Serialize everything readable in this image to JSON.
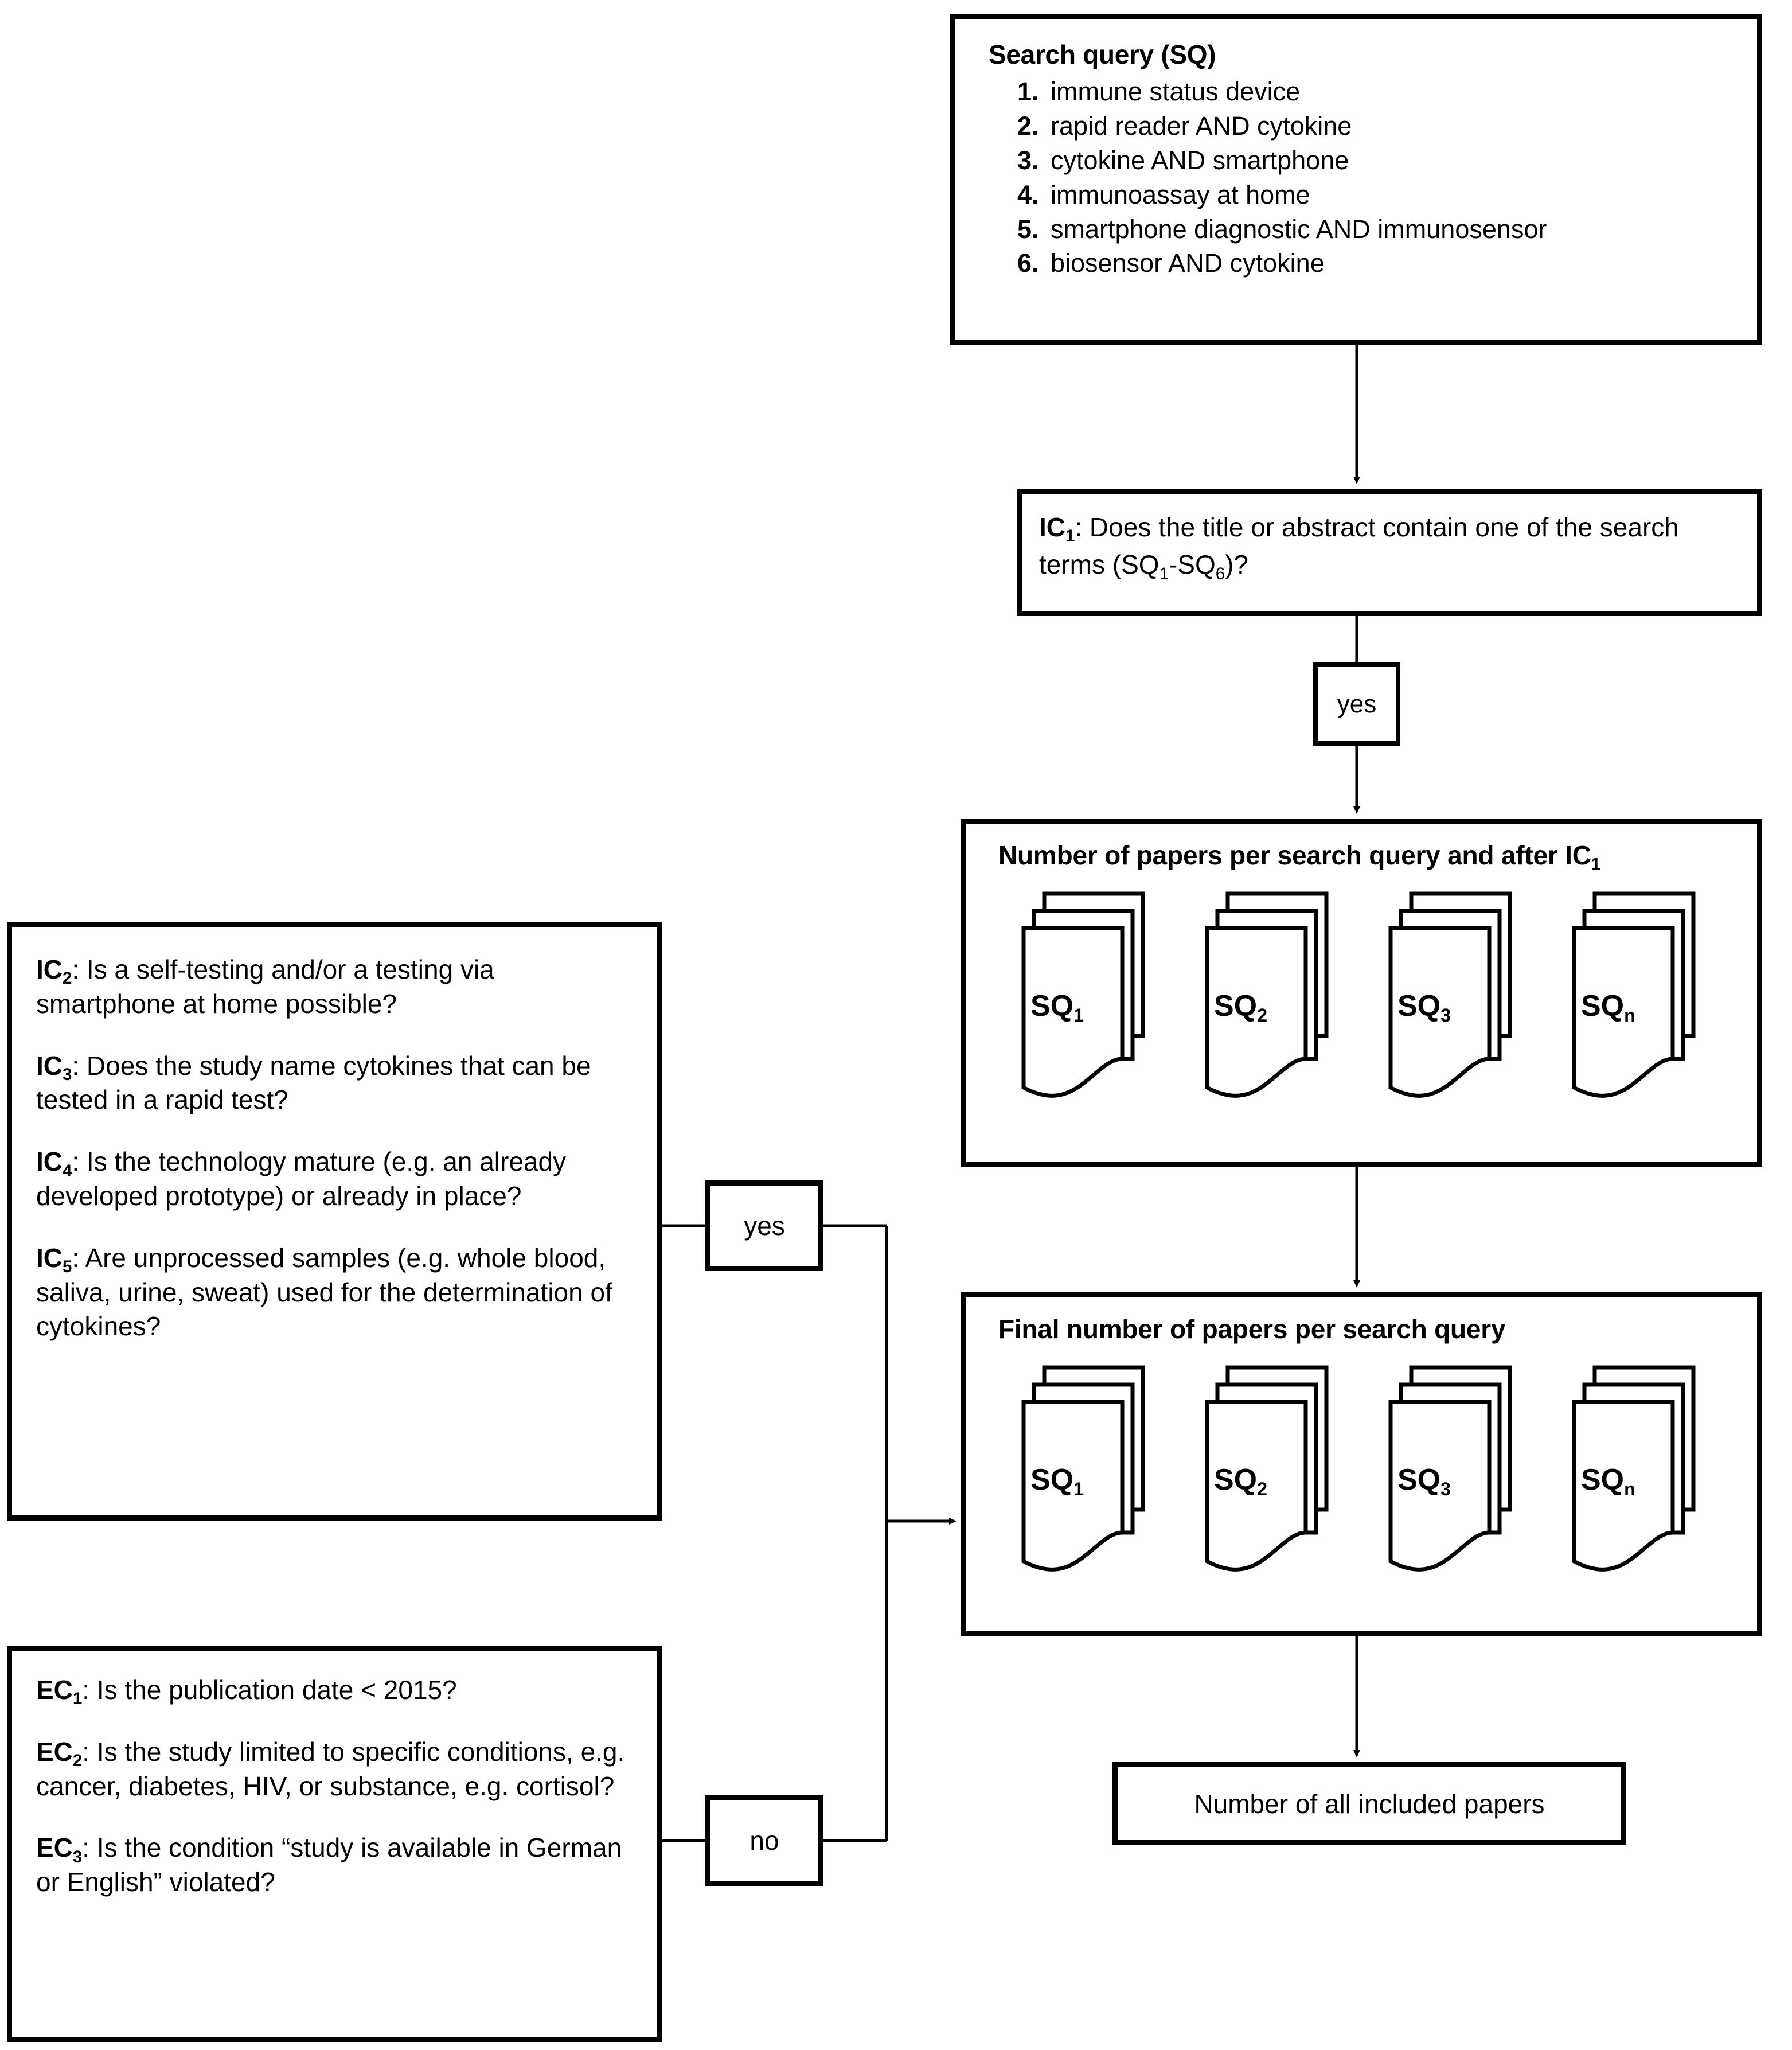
{
  "diagram": {
    "title": "Literature search and screening flowchart",
    "line_color": "#000000",
    "background": "#ffffff"
  },
  "search_query_box": {
    "title": "Search query (SQ)",
    "items": [
      {
        "num": "1.",
        "text": "immune status device"
      },
      {
        "num": "2.",
        "text": "rapid reader AND cytokine"
      },
      {
        "num": "3.",
        "text": "cytokine AND smartphone"
      },
      {
        "num": "4.",
        "text": "immunoassay at home"
      },
      {
        "num": "5.",
        "text": "smartphone diagnostic AND immunosensor"
      },
      {
        "num": "6.",
        "text": "biosensor AND cytokine"
      }
    ]
  },
  "ic1_box": {
    "prefix": "IC",
    "sub": "1",
    "line1": ": Does the title or abstract contain one",
    "line2_a": "of the search terms (SQ",
    "line2_sub1": "1",
    "line2_b": "-SQ",
    "line2_sub2": "6",
    "line2_c": ")?"
  },
  "ic1_yes_label": "yes",
  "papers_after_ic1": {
    "title_a": "Number of papers per search query and after IC",
    "title_sub": "1",
    "stacks": [
      {
        "label": "SQ",
        "sub": "1"
      },
      {
        "label": "SQ",
        "sub": "2"
      },
      {
        "label": "SQ",
        "sub": "3"
      },
      {
        "label": "SQ",
        "sub": "n"
      }
    ]
  },
  "papers_final": {
    "title": "Final number of papers per search query",
    "stacks": [
      {
        "label": "SQ",
        "sub": "1"
      },
      {
        "label": "SQ",
        "sub": "2"
      },
      {
        "label": "SQ",
        "sub": "3"
      },
      {
        "label": "SQ",
        "sub": "n"
      }
    ]
  },
  "final_output_box": {
    "label": "Number of all included papers"
  },
  "ic_criteria_box": {
    "items": [
      {
        "code": "IC",
        "sub": "2",
        "text": ": Is a self-testing and/or a testing via smartphone at home possible?"
      },
      {
        "code": "IC",
        "sub": "3",
        "text": ": Does the study name cytokines that can be tested in a rapid test?"
      },
      {
        "code": "IC",
        "sub": "4",
        "text": ": Is the technology mature (e.g. an already developed prototype) or already in place?"
      },
      {
        "code": "IC",
        "sub": "5",
        "text": ": Are unprocessed samples (e.g. whole blood, saliva, urine, sweat) used for the determination of cytokines?"
      }
    ]
  },
  "ec_criteria_box": {
    "items": [
      {
        "code": "EC",
        "sub": "1",
        "text": ": Is the publication date < 2015?"
      },
      {
        "code": "EC",
        "sub": "2",
        "text": ": Is the study limited to specific conditions, e.g. cancer, diabetes, HIV, or substance, e.g. cortisol?"
      },
      {
        "code": "EC",
        "sub": "3",
        "text": ": Is the condition “study is available in German or English” violated?"
      }
    ]
  },
  "decision_chips": {
    "yes": "yes",
    "no": "no"
  }
}
